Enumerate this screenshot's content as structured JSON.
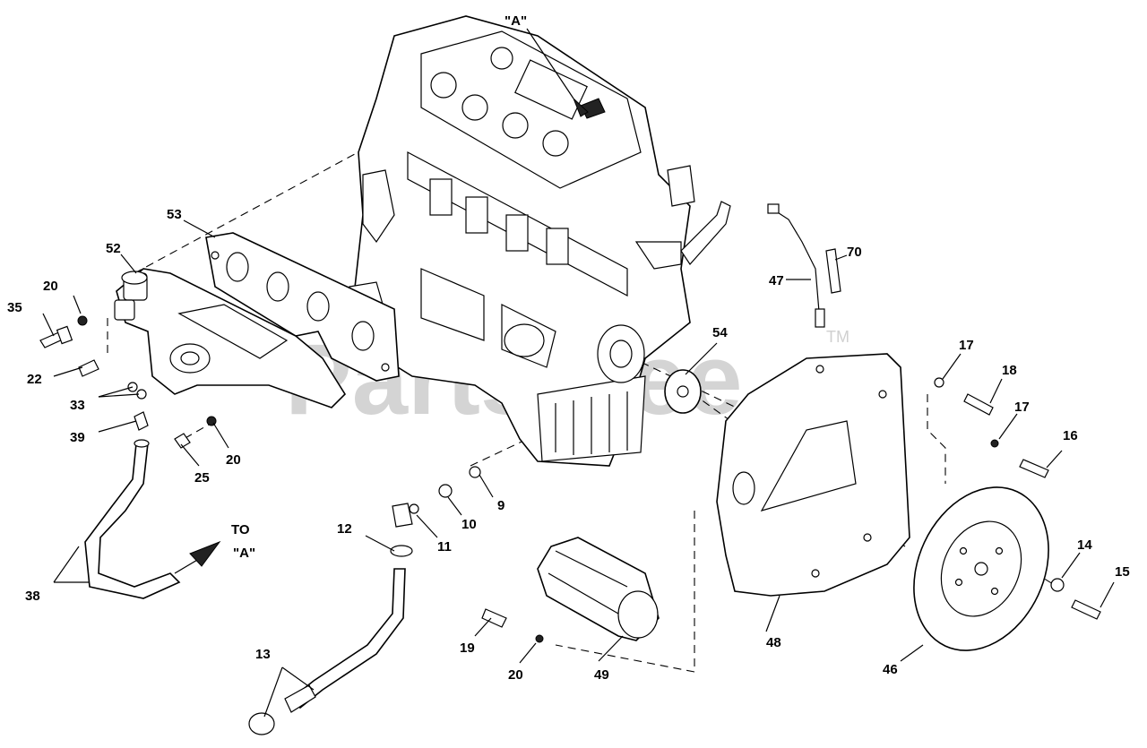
{
  "watermark": {
    "text": "PartsTree",
    "tm": "TM"
  },
  "callouts": {
    "A_top": "\"A\"",
    "to": "TO",
    "A_bottom": "\"A\"",
    "c53": "53",
    "c52": "52",
    "c20a": "20",
    "c35": "35",
    "c22": "22",
    "c33": "33",
    "c39": "39",
    "c25": "25",
    "c20b": "20",
    "c38": "38",
    "c12": "12",
    "c11": "11",
    "c10": "10",
    "c9": "9",
    "c13": "13",
    "c19": "19",
    "c20c": "20",
    "c49": "49",
    "c54": "54",
    "c47": "47",
    "c70": "70",
    "c48": "48",
    "c17a": "17",
    "c18": "18",
    "c17b": "17",
    "c16": "16",
    "c14": "14",
    "c15": "15",
    "c46": "46"
  }
}
